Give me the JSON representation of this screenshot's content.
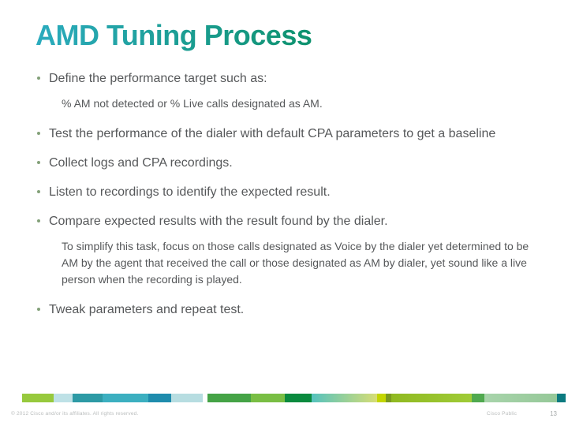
{
  "slide": {
    "title": "AMD Tuning Process",
    "title_gradient": {
      "from": "#2BABBE",
      "to": "#0E926E"
    }
  },
  "content": {
    "text_color": "#56585A",
    "bullet_color": "#83A179",
    "items": [
      {
        "type": "bullet",
        "text": "Define the performance target such as:"
      },
      {
        "type": "sub",
        "text": "% AM not detected or % Live calls designated as AM."
      },
      {
        "type": "bullet",
        "text": "Test the performance of the dialer with default CPA parameters to get a baseline"
      },
      {
        "type": "bullet",
        "text": "Collect logs and CPA recordings."
      },
      {
        "type": "bullet",
        "text": "Listen to recordings to identify the expected result."
      },
      {
        "type": "bullet",
        "text": "Compare expected results with the result found by the dialer."
      },
      {
        "type": "sub",
        "text": "To simplify this task, focus on those calls designated as Voice by the dialer yet determined to be AM by the agent that received the call or those designated as AM by dialer, yet sound like a live person when the recording is played."
      },
      {
        "type": "bullet",
        "text": "Tweak parameters and repeat test."
      }
    ]
  },
  "footer": {
    "copyright": "© 2012 Cisco and/or its affiliates. All rights reserved.",
    "classification": "Cisco Public",
    "page_number": "13",
    "color_bar": {
      "segments": [
        {
          "color": "#97C93D",
          "width": 40
        },
        {
          "color": "#BEE1E6",
          "width": 24
        },
        {
          "color": "#2D9AA5",
          "width": 38
        },
        {
          "color": "#3CAFC0",
          "width": 58
        },
        {
          "color": "#1F8CAD",
          "width": 29
        },
        {
          "color": "#B7DDE1",
          "width": 40
        },
        {
          "color": "#FFFFFF",
          "width": 6
        },
        {
          "color": "#45A346",
          "width": 55
        },
        {
          "color": "#79BE44",
          "width": 43
        },
        {
          "color": "#0A8A3E",
          "width": 34
        },
        {
          "color": "#55C2BE",
          "color2": "#D7DD75",
          "width": 83
        },
        {
          "color": "#C3D600",
          "width": 11
        },
        {
          "color": "#7A9A1F",
          "width": 7
        },
        {
          "color": "#90B921",
          "color2": "#9FCB37",
          "width": 102
        },
        {
          "color": "#50A94F",
          "width": 16
        },
        {
          "color": "#A8D4AB",
          "color2": "#95C898",
          "width": 92
        },
        {
          "color": "#0B7A80",
          "width": 11
        }
      ]
    }
  }
}
